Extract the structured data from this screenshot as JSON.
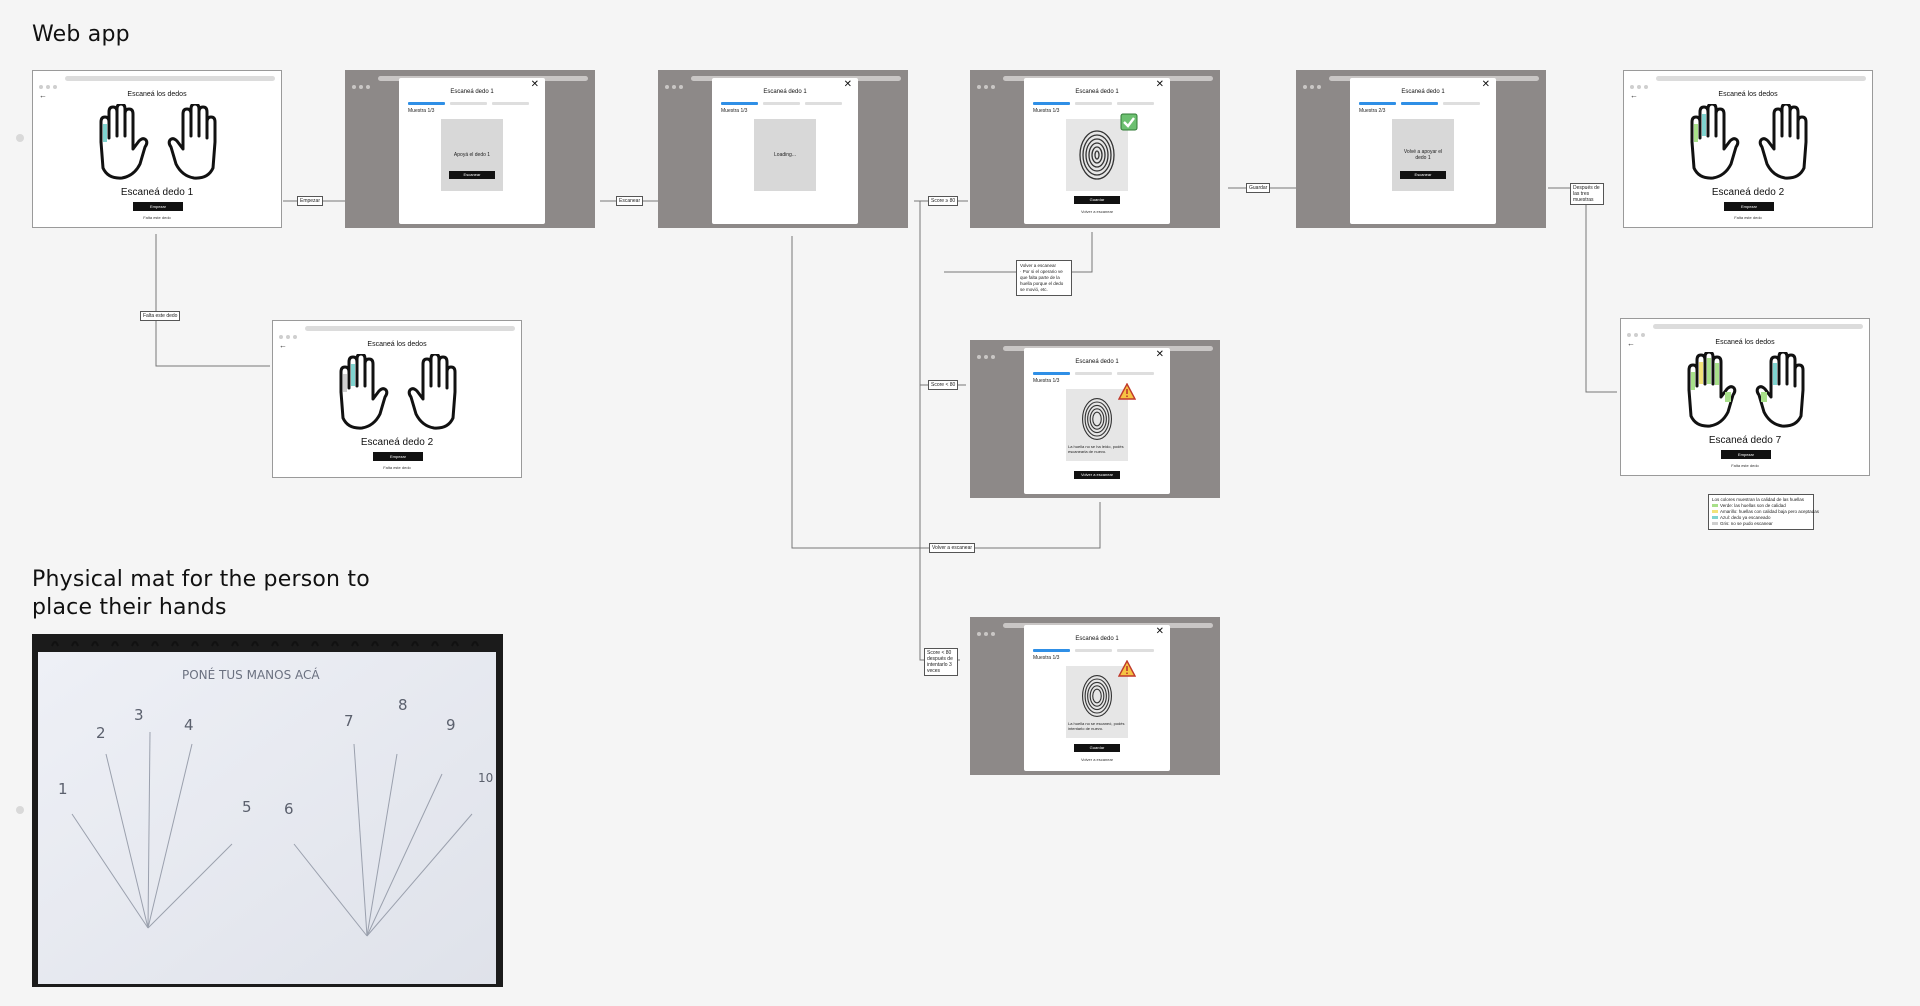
{
  "headings": {
    "web_app": "Web app",
    "mat": "Physical mat for the person to place their hands"
  },
  "colors": {
    "progress": "#2f8fe6",
    "dim_backdrop": "#8d8988",
    "finger_scanned": "#7fd3cf",
    "finger_ok": "#a8e08a",
    "finger_warn": "#f2e37a"
  },
  "icons": [
    "back-arrow-icon",
    "close-icon",
    "fingerprint-icon",
    "check-icon",
    "warning-icon",
    "hands-icon"
  ],
  "screens": {
    "s1": {
      "title": "Escaneá los dedos",
      "subtitle": "Escaneá dedo 1",
      "button": "Empezar",
      "link": "Falta este dedo"
    },
    "s2": {
      "title": "Escaneá dedo 1",
      "sample": "Muestra 1/3",
      "box_text": "Apoyá el dedo 1",
      "button": "Escanear"
    },
    "s3": {
      "title": "Escaneá dedo 1",
      "sample": "Muestra 1/3",
      "box_text": "Loading..."
    },
    "s4": {
      "title": "Escaneá dedo 1",
      "sample": "Muestra 1/3",
      "button": "Guardar",
      "link": "Volver a escanear"
    },
    "s5": {
      "title": "Escaneá dedo 1",
      "sample": "Muestra 2/3",
      "box_text": "Volvé a apoyar el dedo 1",
      "button": "Escanear"
    },
    "s6": {
      "title": "Escaneá los dedos",
      "subtitle": "Escaneá dedo 2",
      "button": "Empezar",
      "link": "Falta este dedo"
    },
    "s7": {
      "title": "Escaneá los dedos",
      "subtitle": "Escaneá dedo 2",
      "button": "Empezar",
      "link": "Falta este dedo"
    },
    "s8": {
      "title": "Escaneá dedo 1",
      "sample": "Muestra 1/3",
      "warn_text": "La huella no se ha leído, podés escanearla de nuevo.",
      "button": "Volver a escanear"
    },
    "s9": {
      "title": "Escaneá dedo 1",
      "sample": "Muestra 1/3",
      "warn_text": "La huella no se escaneó, podés intentarlo de nuevo.",
      "button": "Guardar",
      "link": "Volver a escanear"
    },
    "s10": {
      "title": "Escaneá los dedos",
      "subtitle": "Escaneá dedo 7",
      "button": "Empezar",
      "link": "Falta este dedo"
    }
  },
  "connector_labels": {
    "l1": "Empezar",
    "l2": "Escanear",
    "l3": "Score ≥ 80",
    "l4": "Guardar",
    "l5": "Después de las tres muestras",
    "l6": "Falta este dedo",
    "l7": "Score < 80",
    "l8": "Volver a escanear",
    "l9": "Score < 80 después de intentarlo 3 veces"
  },
  "notes": {
    "retry": [
      "Volver a escanear",
      "· Por si el operario ve que falta parte de la huella porque el dedo se movió, etc."
    ],
    "legend": [
      "Los colores muestran la calidad de las huellas",
      "Verde: las huellas son de calidad",
      "Amarillo: huellas con calidad baja pero aceptadas",
      "Azul: dedo ya escaneado",
      "Gris: no se pudo escanear"
    ]
  },
  "mat_photo": {
    "header": "PONÉ TUS MANOS ACÁ",
    "numbers": [
      "1",
      "2",
      "3",
      "4",
      "5",
      "6",
      "7",
      "8",
      "9",
      "10"
    ]
  }
}
